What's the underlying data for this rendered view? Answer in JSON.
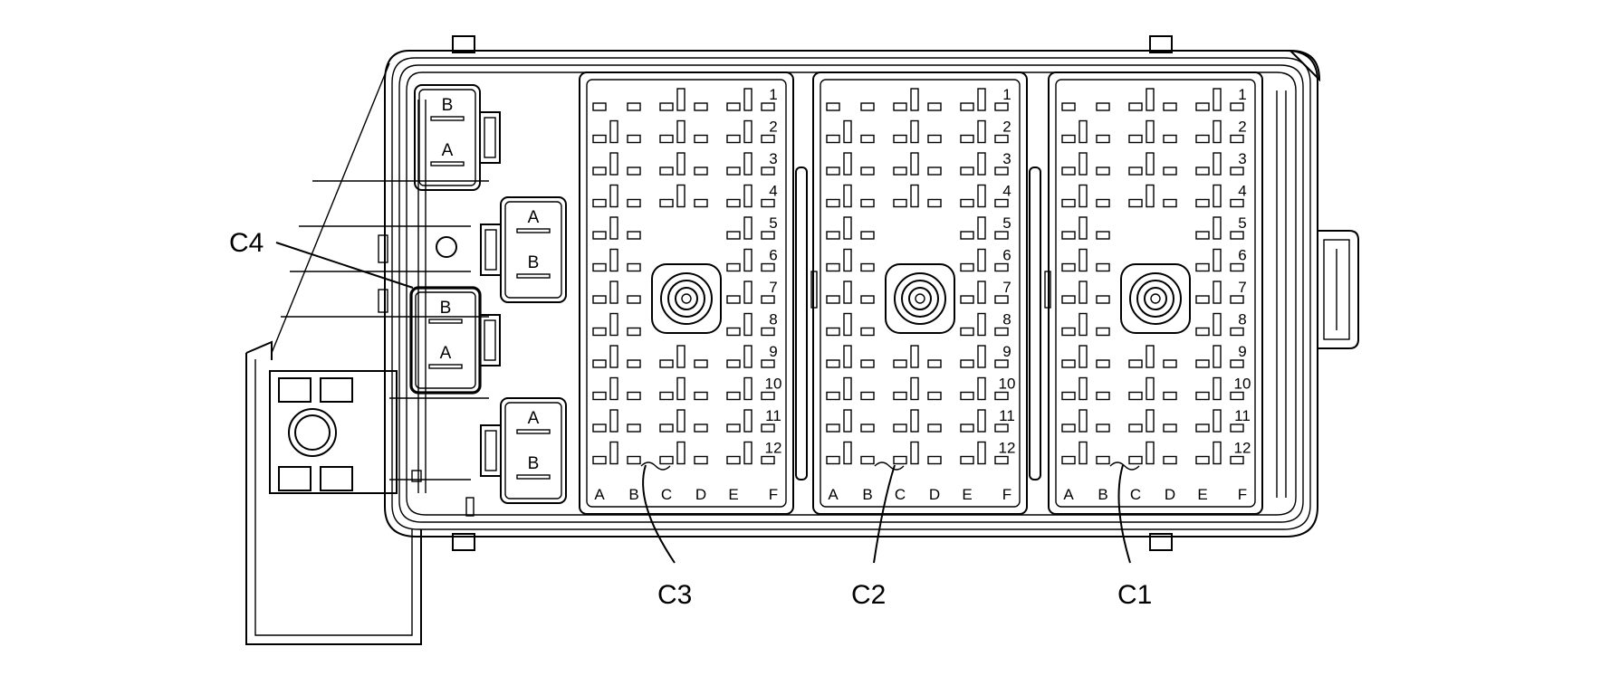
{
  "callouts": {
    "c1": "C1",
    "c2": "C2",
    "c3": "C3",
    "c4": "C4"
  },
  "small_connector_pins": {
    "a": "A",
    "b": "B"
  },
  "connector_rows": [
    "1",
    "2",
    "3",
    "4",
    "5",
    "6",
    "7",
    "8",
    "9",
    "10",
    "11",
    "12"
  ],
  "connector_columns": [
    "A",
    "B",
    "C",
    "D",
    "E",
    "F"
  ],
  "large_connectors": [
    "C3",
    "C2",
    "C1"
  ]
}
